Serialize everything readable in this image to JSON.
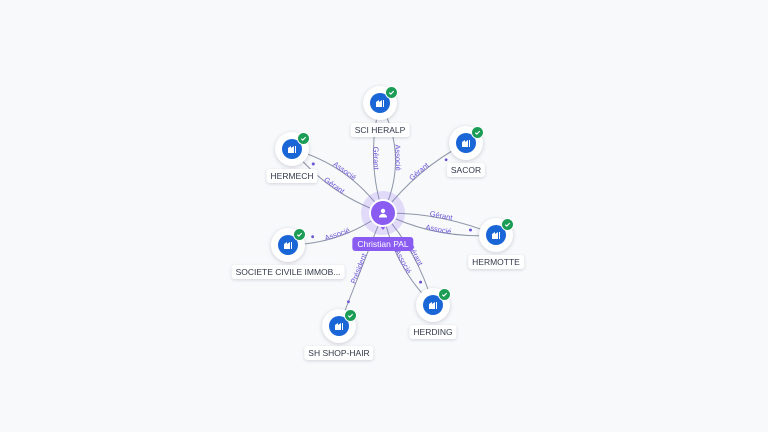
{
  "center": {
    "name": "Christian PAL",
    "icon": "person-icon",
    "color": "#8a5cf2"
  },
  "nodes": [
    {
      "id": "sci-heralp",
      "name": "SCI HERALP",
      "icon": "company-icon",
      "verified": true
    },
    {
      "id": "sacor",
      "name": "SACOR",
      "icon": "company-icon",
      "verified": true
    },
    {
      "id": "hermech",
      "name": "HERMECH",
      "icon": "company-icon",
      "verified": true
    },
    {
      "id": "hermotte",
      "name": "HERMOTTE",
      "icon": "company-icon",
      "verified": true
    },
    {
      "id": "societe-civile",
      "name": "SOCIETE CIVILE IMMOB...",
      "icon": "company-icon",
      "verified": true
    },
    {
      "id": "herding",
      "name": "HERDING",
      "icon": "company-icon",
      "verified": true
    },
    {
      "id": "sh-shop-hair",
      "name": "SH SHOP-HAIR",
      "icon": "company-icon",
      "verified": true
    }
  ],
  "edges": [
    {
      "target": "sci-heralp",
      "label": "Gérant"
    },
    {
      "target": "sci-heralp",
      "label": "Associé"
    },
    {
      "target": "sacor",
      "label": "Gérant"
    },
    {
      "target": "hermech",
      "label": "Gérant"
    },
    {
      "target": "hermech",
      "label": "Associé"
    },
    {
      "target": "hermotte",
      "label": "Gérant"
    },
    {
      "target": "hermotte",
      "label": "Associé"
    },
    {
      "target": "societe-civile",
      "label": "Associé"
    },
    {
      "target": "herding",
      "label": "Gérant"
    },
    {
      "target": "herding",
      "label": "Associé"
    },
    {
      "target": "sh-shop-hair",
      "label": "Président"
    }
  ],
  "colors": {
    "company": "#1b66d6",
    "verified": "#1c9d56",
    "edge_label": "#6a55d6"
  }
}
